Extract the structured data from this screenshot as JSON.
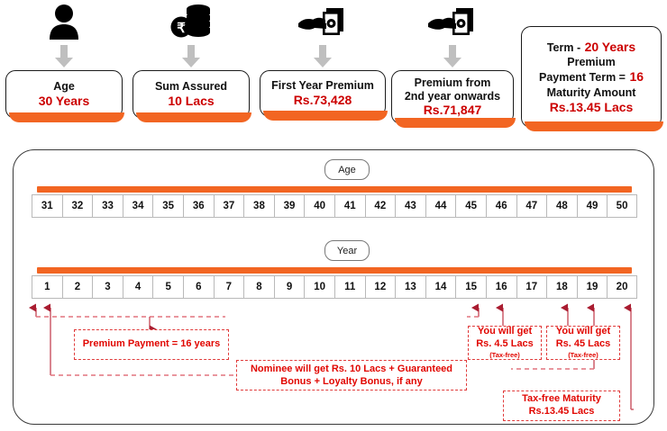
{
  "top_cards": [
    {
      "icon": "person-icon",
      "title": "Age",
      "value": "30 Years"
    },
    {
      "icon": "rupee-coins-icon",
      "title": "Sum Assured",
      "value": "10 Lacs"
    },
    {
      "icon": "hand-cash-icon",
      "title": "First Year Premium",
      "value": "Rs.73,428"
    },
    {
      "icon": "hand-cash-icon",
      "title": "Premium from\n2nd year onwards",
      "title_l1": "Premium from",
      "title_l2": "2nd year onwards",
      "value": "Rs.71,847"
    }
  ],
  "summary_card": {
    "term_label": "Term  -",
    "term_value": "20 Years",
    "premium_label": "Premium",
    "payment_term_label": "Payment Term =",
    "payment_term_value": "16",
    "maturity_label": "Maturity Amount",
    "maturity_value": "Rs.13.45 Lacs"
  },
  "timeline": {
    "age": {
      "pill_label": "Age",
      "values": [
        "31",
        "32",
        "33",
        "34",
        "35",
        "36",
        "37",
        "38",
        "39",
        "40",
        "41",
        "42",
        "43",
        "44",
        "45",
        "46",
        "47",
        "48",
        "49",
        "50"
      ]
    },
    "year": {
      "pill_label": "Year",
      "values": [
        "1",
        "2",
        "3",
        "4",
        "5",
        "6",
        "7",
        "8",
        "9",
        "10",
        "11",
        "12",
        "13",
        "14",
        "15",
        "16",
        "17",
        "18",
        "19",
        "20"
      ]
    }
  },
  "callouts": {
    "premium_payment": {
      "text": "Premium Payment = 16 years"
    },
    "nominee": {
      "line1": "Nominee will get Rs. 10 Lacs + Guaranteed",
      "line2": "Bonus + Loyalty Bonus, if any"
    },
    "payout_year16": {
      "line1": "You will get",
      "line2": "Rs. 4.5 Lacs",
      "note": "(Tax-free)"
    },
    "payout_year18": {
      "line1": "You will get",
      "line2": "Rs. 45 Lacs",
      "note": "(Tax-free)"
    },
    "maturity": {
      "line1": "Tax-free Maturity",
      "line2": "Rs.13.45 Lacs"
    }
  },
  "colors": {
    "accent_orange": "#F26522",
    "value_red": "#CC0000",
    "callout_red": "#E10600",
    "card_border": "#1a1a1a"
  }
}
